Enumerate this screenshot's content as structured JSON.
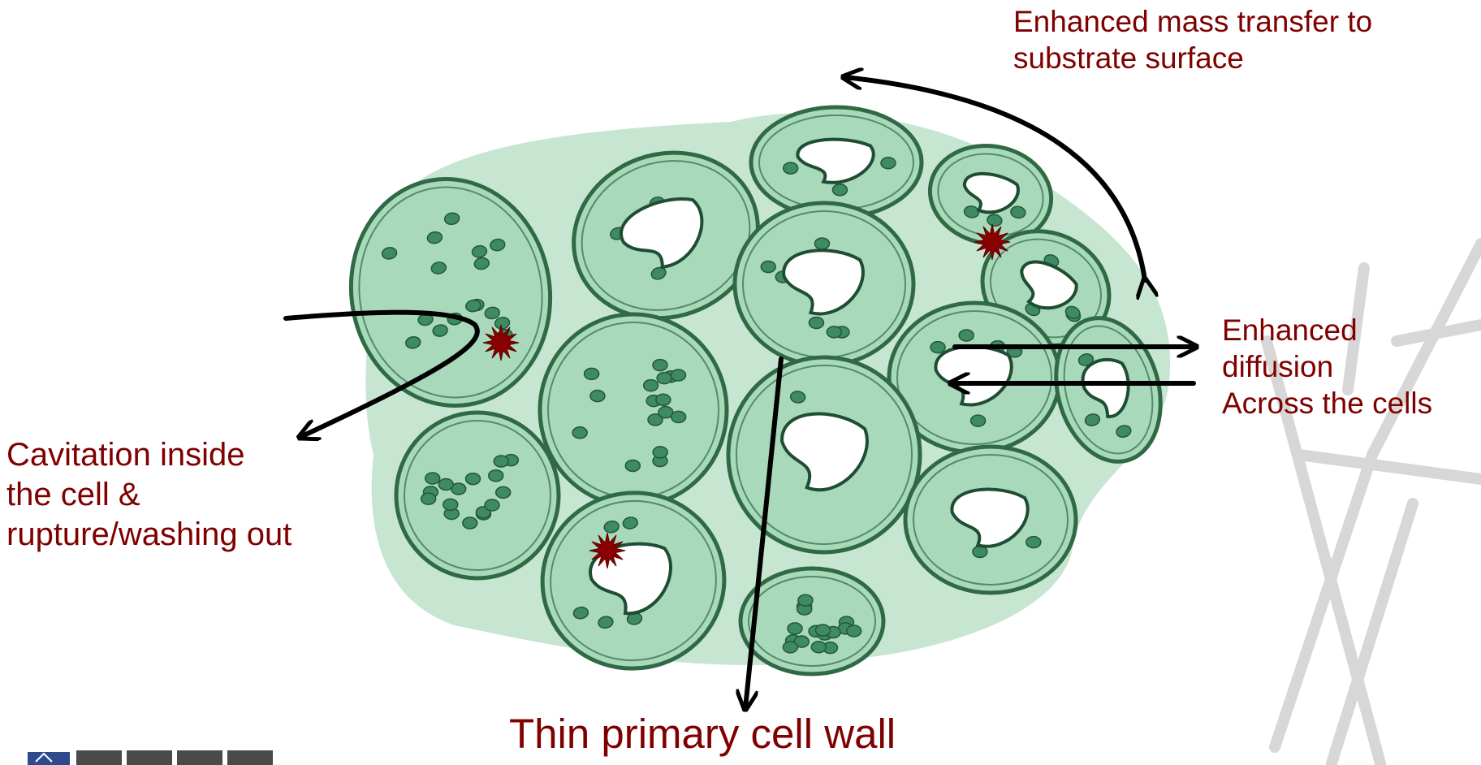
{
  "labels": {
    "mass_transfer": [
      "Enhanced mass transfer to",
      "substrate surface"
    ],
    "diffusion": [
      "Enhanced",
      "diffusion",
      "Across the cells"
    ],
    "cavitation": [
      "Cavitation inside",
      "the cell &",
      "rupture/washing out"
    ],
    "cell_wall": "Thin primary cell wall"
  },
  "colors": {
    "label_text": "#7f0000",
    "cell_fill": "#a9d9bb",
    "cell_wall": "#2f6a44",
    "nucleus": "#3e8a62",
    "vacuole": "#ffffff",
    "star": "#8b0000",
    "arrow": "#000000",
    "watermark": "#d0d0d0",
    "logo": "#2d4a8c"
  },
  "icons": {
    "burst": "red-starburst-icon",
    "arrow": "black-arrow-icon",
    "watermark": "grey-star-outline-icon",
    "logo": "organization-logo-icon"
  }
}
